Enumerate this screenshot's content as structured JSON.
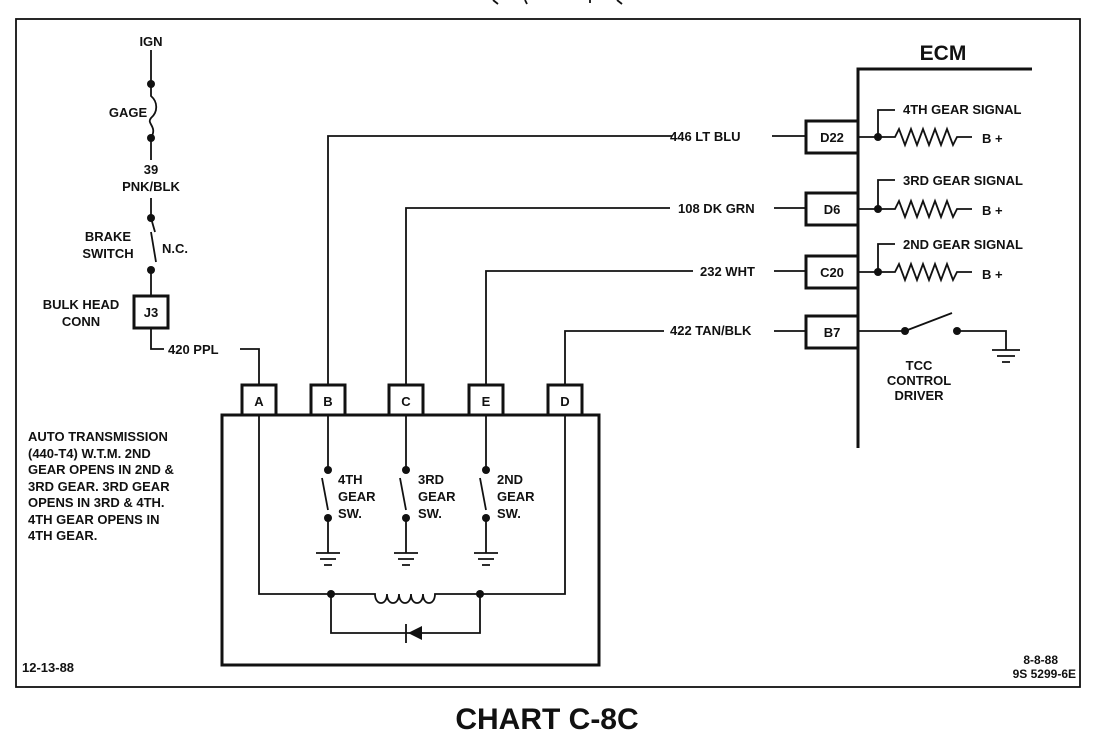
{
  "ecm": {
    "title": "ECM"
  },
  "ign": "IGN",
  "gage": "GAGE",
  "wire39": {
    "num": "39",
    "color": "PNK/BLK"
  },
  "brake": {
    "l1": "BRAKE",
    "l2": "SWITCH",
    "nc": "N.C."
  },
  "bulkhead": {
    "l1": "BULK HEAD",
    "l2": "CONN",
    "pin": "J3"
  },
  "wire420": "420 PPL",
  "wires": {
    "w446": "446 LT BLU",
    "w108": "108 DK GRN",
    "w232": "232 WHT",
    "w422": "422 TAN/BLK"
  },
  "ecm_pins": {
    "d22": "D22",
    "d6": "D6",
    "c20": "C20",
    "b7": "B7"
  },
  "signals": {
    "g4": "4TH GEAR SIGNAL",
    "g3": "3RD GEAR SIGNAL",
    "g2": "2ND GEAR SIGNAL",
    "bplus": "B +"
  },
  "tcc": {
    "l1": "TCC",
    "l2": "CONTROL",
    "l3": "DRIVER"
  },
  "conn_pins": {
    "a": "A",
    "b": "B",
    "c": "C",
    "e": "E",
    "d": "D"
  },
  "switches": {
    "s4": {
      "l1": "4TH",
      "l2": "GEAR",
      "l3": "SW."
    },
    "s3": {
      "l1": "3RD",
      "l2": "GEAR",
      "l3": "SW."
    },
    "s2": {
      "l1": "2ND",
      "l2": "GEAR",
      "l3": "SW."
    }
  },
  "note": {
    "l1": "AUTO TRANSMISSION",
    "l2": "(440-T4) W.T.M. 2ND",
    "l3": "GEAR OPENS IN 2ND &",
    "l4": "3RD GEAR.  3RD GEAR",
    "l5": "OPENS IN 3RD & 4TH.",
    "l6": "4TH GEAR OPENS IN",
    "l7": "4TH GEAR."
  },
  "date_left": "12-13-88",
  "date_right": "8-8-88",
  "part_no": "9S 5299-6E",
  "caption": "CHART C-8C"
}
